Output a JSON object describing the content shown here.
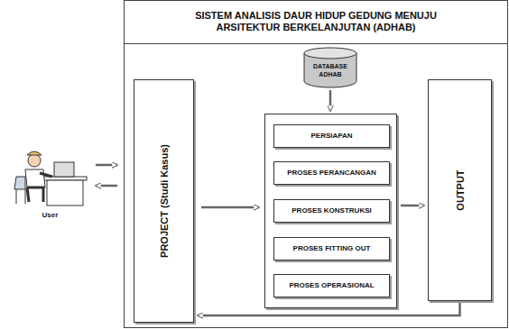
{
  "diagram": {
    "title": "SISTEM ANALISIS DAUR HIDUP GEDUNG MENUJU ARSITEKTUR BERKELANJUTAN (ADHAB)",
    "nodes": [
      {
        "text": [
          "User"
        ]
      },
      {
        "text": [
          "PROJECT (Studi Kasus)"
        ]
      },
      {
        "text": [
          "DATABASE ADHAB"
        ]
      },
      {
        "text": []
      },
      {
        "text": [
          "PERSIAPAN"
        ],
        "in": 3
      },
      {
        "text": [
          "PROSES PERANCANGAN"
        ],
        "in": 3
      },
      {
        "text": [
          "PROSES KONSTRUKSI"
        ],
        "in": 3
      },
      {
        "text": [
          "PROSES FITTING OUT"
        ],
        "in": 3
      },
      {
        "text": [
          "PROSES OPERASIONAL"
        ],
        "in": 3
      },
      {
        "text": [
          "OUTPUT"
        ]
      }
    ],
    "edges": [
      {
        "from": 0,
        "to": 1,
        "arrow": "to"
      },
      {
        "from": 1,
        "to": 0,
        "arrow": "to"
      },
      {
        "from": 2,
        "to": 3,
        "arrow": "to"
      },
      {
        "from": 1,
        "to": 3,
        "arrow": "to"
      },
      {
        "from": 3,
        "to": 9,
        "arrow": "to"
      },
      {
        "from": 9,
        "to": 1,
        "arrow": "to"
      }
    ]
  }
}
